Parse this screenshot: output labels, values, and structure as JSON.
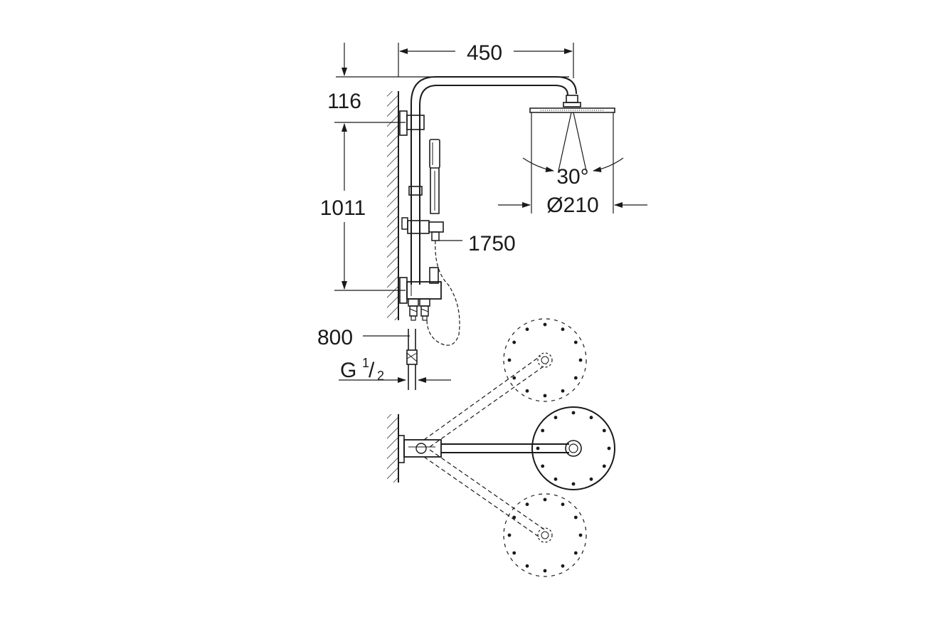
{
  "dimensions": {
    "width_top": "450",
    "height_top_offset": "116",
    "rail_height": "1011",
    "hose_length": "1750",
    "inlet_height": "800",
    "spray_angle": "30°",
    "head_diameter": "Ø210",
    "thread_prefix": "G",
    "thread_num": "1",
    "thread_den": "2"
  },
  "colors": {
    "line": "#1a1a1a",
    "background": "#ffffff"
  }
}
